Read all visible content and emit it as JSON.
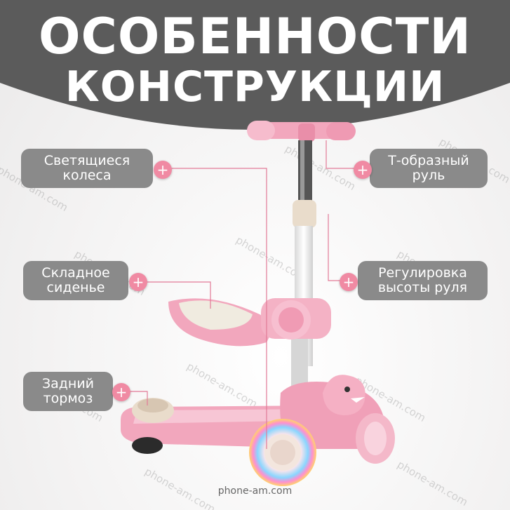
{
  "title": {
    "line1": "ОСОБЕННОСТИ",
    "line2": "КОНСТРУКЦИИ"
  },
  "features": [
    {
      "line1": "Светящиеся",
      "line2": "колеса"
    },
    {
      "line1": "Т-образный",
      "line2": "руль"
    },
    {
      "line1": "Складное",
      "line2": "сиденье"
    },
    {
      "line1": "Регулировка",
      "line2": "высоты руля"
    },
    {
      "line1": "Задний",
      "line2": "тормоз"
    }
  ],
  "plus_symbol": "+",
  "watermark": "phone-am.com",
  "footer": "phone-am.com",
  "colors": {
    "banner": "#5b5b5b",
    "label_bg": "#8a8a8a",
    "accent_pink": "#f08aa3",
    "scooter_pink": "#f2a7bd"
  }
}
